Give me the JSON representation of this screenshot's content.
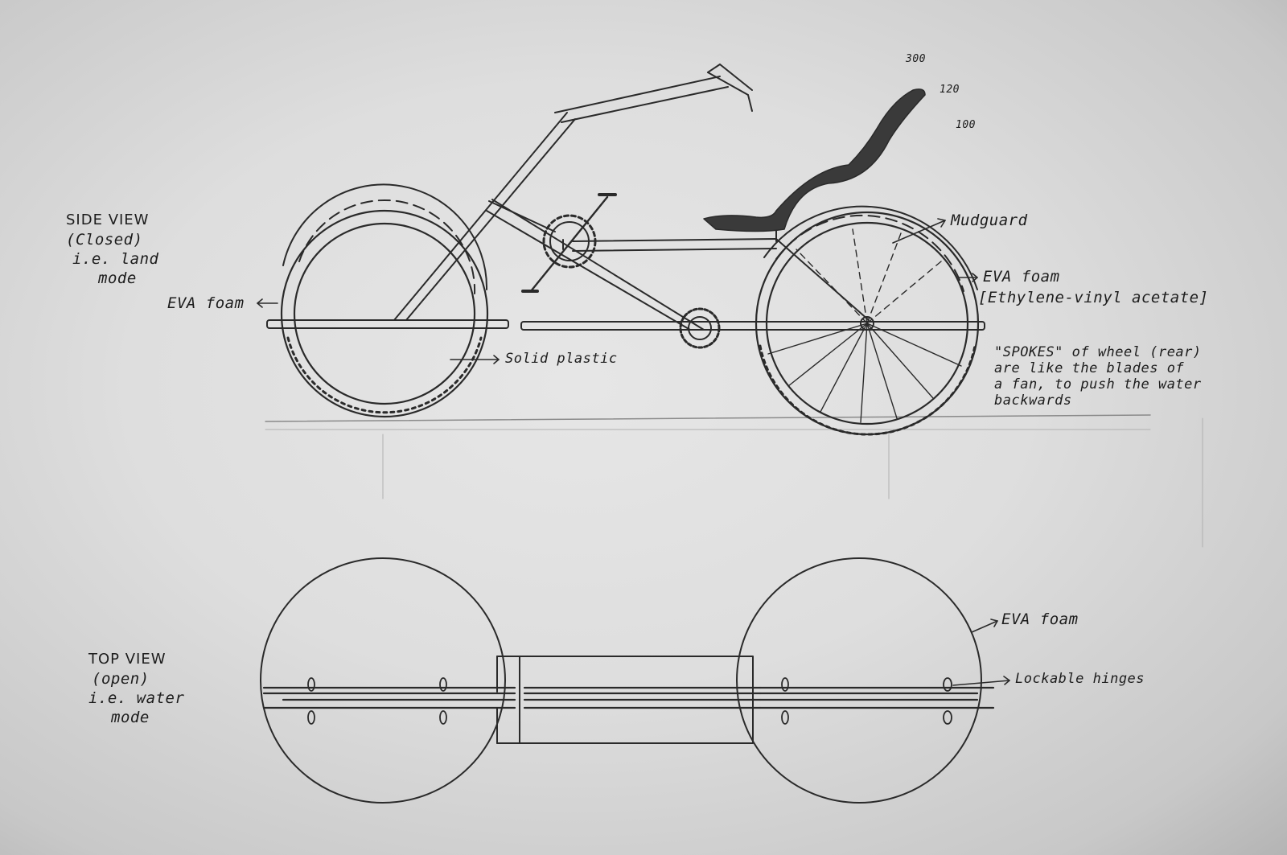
{
  "side_view": {
    "title": "SIDE VIEW",
    "state": "(Closed)",
    "mode_line1": "i.e. land",
    "mode_line2": "mode",
    "labels": {
      "eva_foam_front": "EVA foam",
      "solid_plastic": "Solid plastic",
      "mudguard": "Mudguard",
      "eva_foam_rear": "EVA foam",
      "eva_full": "[Ethylene-vinyl acetate]",
      "spokes_note_1": "\"SPOKES\" of wheel (rear)",
      "spokes_note_2": "are like the blades of",
      "spokes_note_3": "a fan, to push the water",
      "spokes_note_4": "backwards"
    },
    "seat_marks": [
      "300",
      "120",
      "100"
    ]
  },
  "top_view": {
    "title": "TOP VIEW",
    "state": "(open)",
    "mode_line1": "i.e. water",
    "mode_line2": "mode",
    "labels": {
      "eva_foam": "EVA foam",
      "hinges": "Lockable hinges"
    }
  }
}
